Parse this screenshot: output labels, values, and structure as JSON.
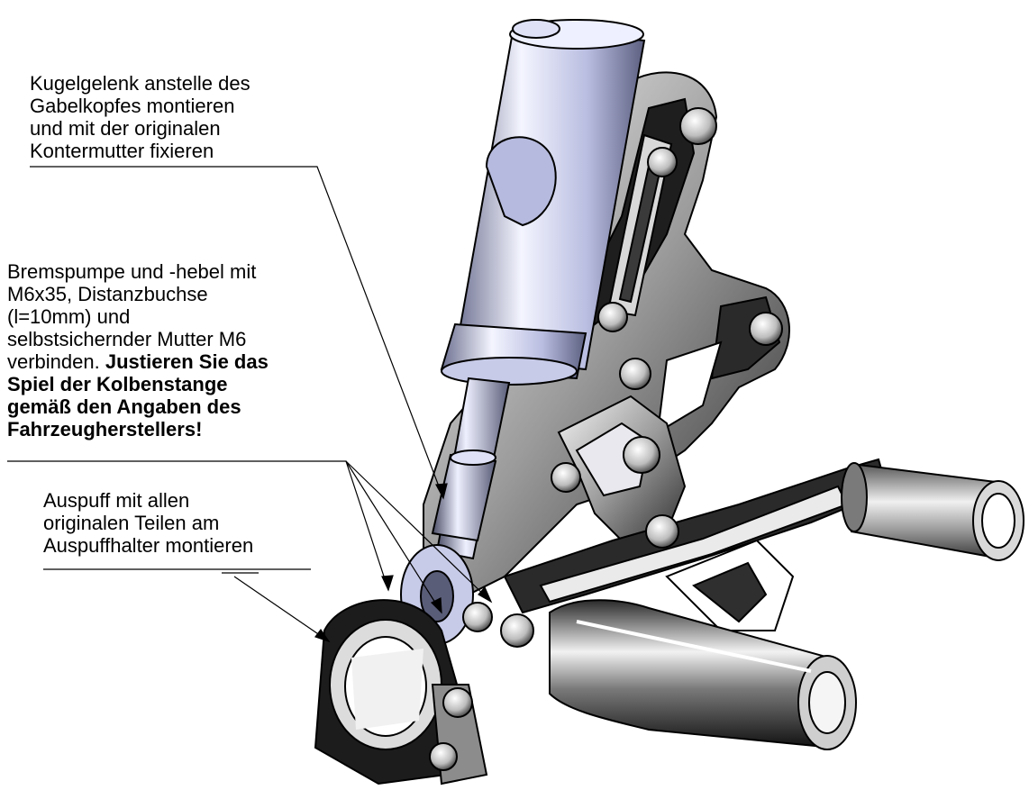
{
  "annotations": {
    "ball_joint": {
      "lines": [
        "Kugelgelenk anstelle des",
        "Gabelkopfes montieren",
        "und mit der originalen",
        "Kontermutter fixieren"
      ]
    },
    "brake": {
      "lines": [
        "Bremspumpe und -hebel mit",
        "M6x35, Distanzbuchse",
        "(l=10mm) und",
        "selbstsichernder Mutter M6"
      ],
      "mixed_line_plain": "verbinden. ",
      "mixed_line_bold": "Justieren Sie das",
      "bold_lines": [
        "Spiel der Kolbenstange",
        "gemäß den Angaben des",
        "Fahrzeugherstellers!"
      ]
    },
    "exhaust": {
      "lines": [
        "Auspuff mit allen",
        "originalen Teilen am",
        "Auspuffhalter montieren"
      ]
    }
  },
  "colors": {
    "text": "#000000",
    "leader": "#000000",
    "metal_dark": "#1a1a1a",
    "metal_mid": "#8a8a8a",
    "metal_light": "#e6e6e6",
    "cylinder_tint": "#c9cde8"
  }
}
